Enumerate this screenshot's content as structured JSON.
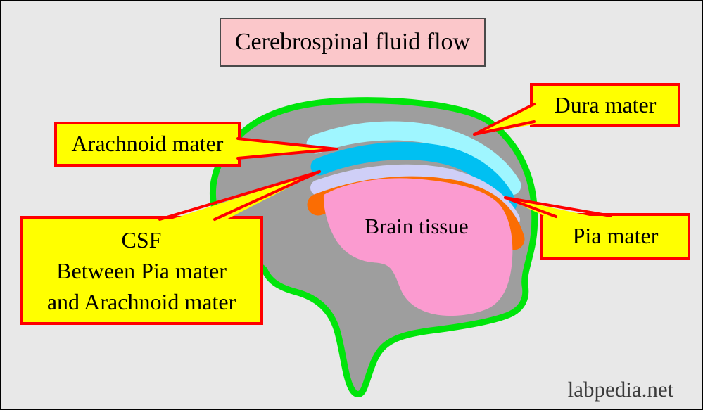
{
  "title": "Cerebrospinal fluid flow",
  "watermark": "labpedia.net",
  "diagram": {
    "brain_label": "Brain tissue",
    "labels": {
      "dura": "Dura mater",
      "arachnoid": "Arachnoid mater",
      "pia": "Pia mater",
      "csf_line1": "CSF",
      "csf_line2": "Between Pia mater",
      "csf_line3": "and Arachnoid mater"
    },
    "colors": {
      "background": "#E8E8E8",
      "frame_border": "#000000",
      "head_fill": "#9E9E9E",
      "head_outline": "#00E50B",
      "dura_layer": "#9FF6FF",
      "arachnoid_layer": "#00C0F2",
      "csf_layer": "#CFCFF7",
      "pia_layer": "#FB6D03",
      "brain_fill": "#FB9BD0",
      "label_bg": "#FFFF00",
      "label_border": "#FF0000",
      "title_bg": "#FBC7CA",
      "title_border": "#4a4a4a"
    }
  }
}
